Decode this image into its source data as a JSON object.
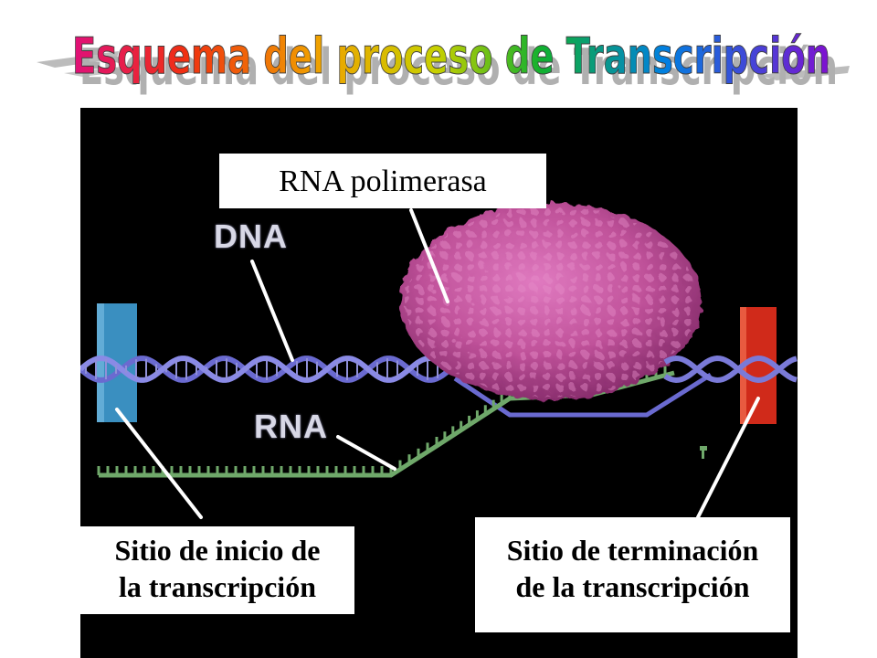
{
  "title": "Esquema del proceso de Transcripción",
  "labels": {
    "polymerase": "RNA polimerasa",
    "dna": "DNA",
    "rna": "RNA",
    "start_site_line1": "Sitio de inicio de",
    "start_site_line2": "la transcripción",
    "end_site_line1": "Sitio de terminación",
    "end_site_line2": "de la transcripción"
  },
  "colors": {
    "panel_bg": "#000000",
    "dna_strand": "#6a6ad0",
    "rna_strand": "#6fa86a",
    "polymerase": "#c8589e",
    "start_marker": "#3a8fc0",
    "end_marker": "#d02a1a"
  }
}
